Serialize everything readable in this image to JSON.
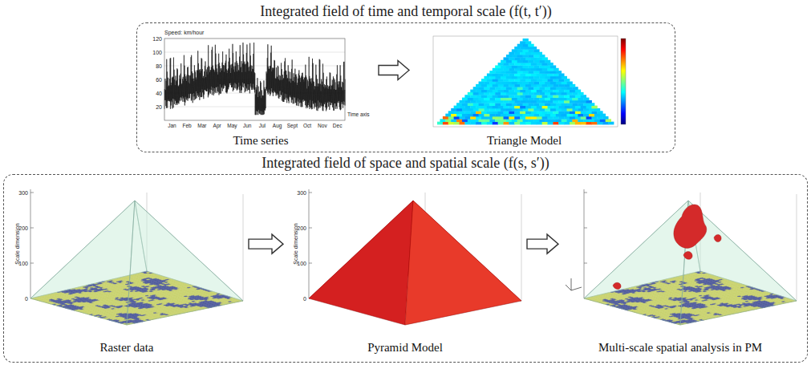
{
  "diagram": {
    "nodes": [
      {
        "text": [
          "Integrated field of time and temporal scale (f(t, t′))"
        ]
      },
      {
        "text": [
          "Time series"
        ],
        "in": 0
      },
      {
        "text": [
          "Triangle Model"
        ],
        "in": 0
      },
      {
        "text": [
          "Integrated field of space and spatial scale (f(s, s′))"
        ]
      },
      {
        "text": [
          "Raster data"
        ],
        "in": 3
      },
      {
        "text": [
          "Pyramid Model"
        ],
        "in": 3
      },
      {
        "text": [
          "Multi-scale spatial analysis in PM"
        ],
        "in": 3
      }
    ],
    "edges": [
      {
        "from": 1,
        "to": 2,
        "arrow": "to"
      },
      {
        "from": 4,
        "to": 5,
        "arrow": "to"
      },
      {
        "from": 5,
        "to": 6,
        "arrow": "to"
      }
    ],
    "labels": [
      "Speed: km/hour",
      "120",
      "100",
      "80",
      "60",
      "40",
      "20",
      "Jan",
      "Feb",
      "Mar",
      "Apr",
      "May",
      "Jun",
      "Jul",
      "Aug",
      "Sept",
      "Oct",
      "Nov",
      "Dec",
      "Time axis",
      "Scale dimension",
      "300",
      "200",
      "100",
      "0",
      "Scale dimension",
      "300",
      "200",
      "100",
      "0"
    ]
  }
}
